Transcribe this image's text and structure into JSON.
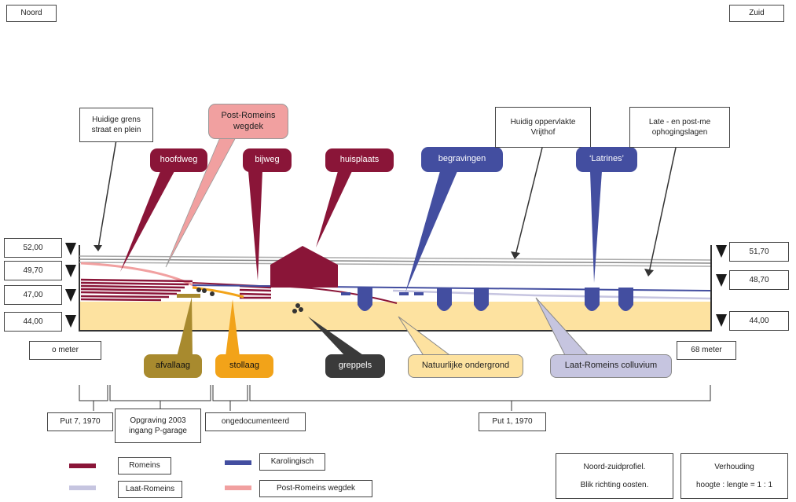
{
  "orientation": {
    "north": "Noord",
    "south": "Zuid"
  },
  "callouts": {
    "huidige_grens": "Huidige grens straat en plein",
    "post_romeins_wegdek": "Post-Romeins wegdek",
    "hoofdweg": "hoofdweg",
    "bijweg": "bijweg",
    "huisplaats": "huisplaats",
    "begravingen": "begravingen",
    "huidig_oppervlakte": "Huidig oppervlakte Vrijthof",
    "latrines": "‘Latrines’",
    "late_ophoging": "Late - en post-me ophogingslagen",
    "afvallaag": "afvallaag",
    "stollaag": "stollaag",
    "greppels": "greppels",
    "natuurlijke_ondergrond": "Natuurlijke ondergrond",
    "laat_romeins_colluvium": "Laat-Romeins colluvium"
  },
  "elevations_left": [
    "52,00",
    "49,70",
    "47,00",
    "44,00"
  ],
  "elevations_right": [
    "51,70",
    "48,70",
    "44,00"
  ],
  "distance": {
    "start": "o meter",
    "end": "68 meter"
  },
  "sections": {
    "put7": "Put 7, 1970",
    "opgraving": "Opgraving 2003 ingang P-garage",
    "ongedocumenteerd": "ongedocumenteerd",
    "put1": "Put 1, 1970"
  },
  "legend": {
    "romeins": "Romeins",
    "laat_romeins": "Laat-Romeins",
    "karolingisch": "Karolingisch",
    "post_romeins_wegdek": "Post-Romeins wegdek"
  },
  "info": {
    "profiel_line1": "Noord-zuidprofiel.",
    "profiel_line2": "Blik richting oosten.",
    "verhouding_title": "Verhouding",
    "verhouding_value": "hoogte : lengte = 1 : 1"
  },
  "colors": {
    "romeins": "#8a1538",
    "laat_romeins": "#c6c5e0",
    "karolingisch": "#434ea0",
    "post_romeins_wegdek": "#f1a0a0",
    "ondergrond": "#fde2a0",
    "afvallaag": "#a88a2e",
    "stollaag": "#f2a319"
  }
}
